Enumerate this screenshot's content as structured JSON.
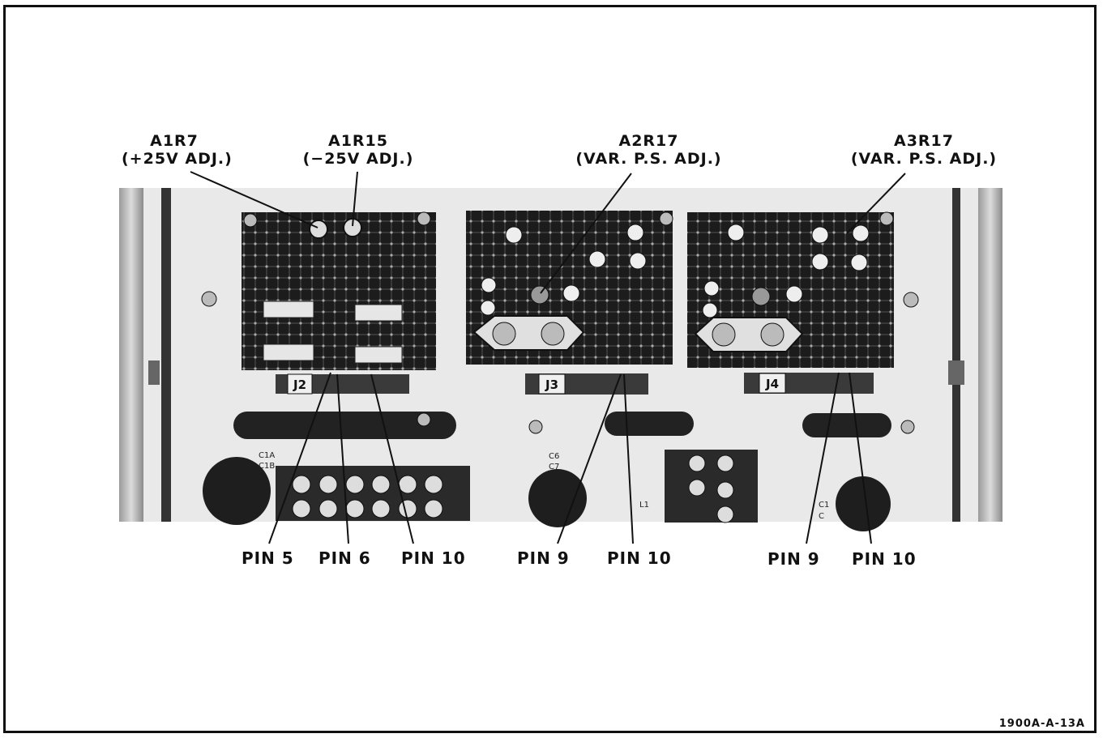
{
  "figure_id": "1900A-A-13A",
  "callouts_top": [
    {
      "id": "a1r7",
      "name": "A1R7",
      "desc": "(+25V ADJ.)"
    },
    {
      "id": "a1r15",
      "name": "A1R15",
      "desc": "(−25V ADJ.)"
    },
    {
      "id": "a2r17",
      "name": "A2R17",
      "desc": "(VAR. P.S. ADJ.)"
    },
    {
      "id": "a3r17",
      "name": "A3R17",
      "desc": "(VAR. P.S. ADJ.)"
    }
  ],
  "connectors": [
    "J2",
    "J3",
    "J4"
  ],
  "component_marks": [
    "C1A",
    "C1B",
    "C6",
    "C7",
    "L1",
    "C1",
    "C"
  ],
  "pin_labels": [
    "PIN 5",
    "PIN 6",
    "PIN 10",
    "PIN 9",
    "PIN 10",
    "PIN 9",
    "PIN 10"
  ]
}
